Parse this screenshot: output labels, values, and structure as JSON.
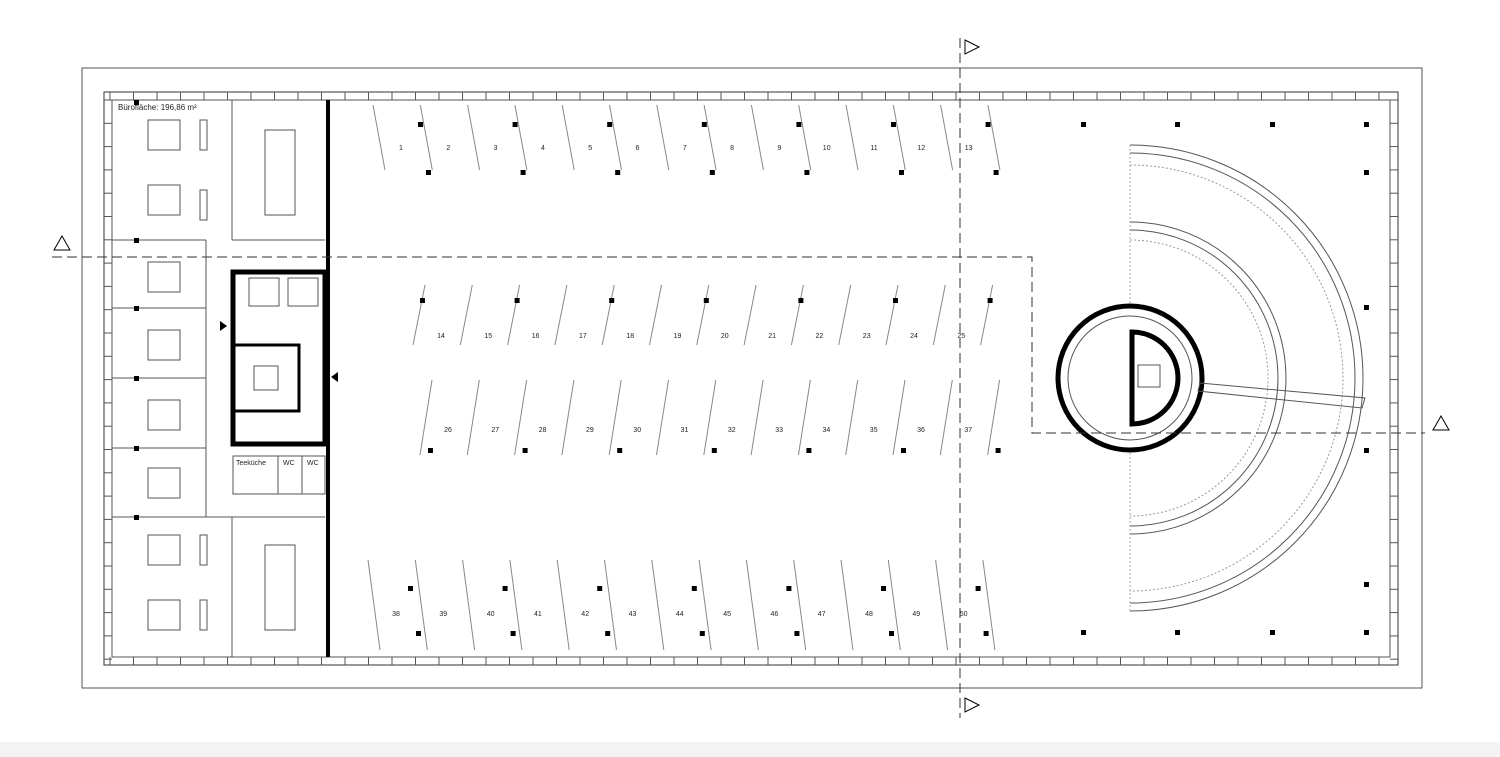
{
  "office": {
    "area_label": "Bürofläche: 196,86 m²"
  },
  "rooms": {
    "kitchen": "Teeküche",
    "wc1": "WC",
    "wc2": "WC"
  },
  "parking": {
    "row1": [
      "1",
      "2",
      "3",
      "4",
      "5",
      "6",
      "7",
      "8",
      "9",
      "10",
      "11",
      "12",
      "13"
    ],
    "row2": [
      "14",
      "15",
      "16",
      "17",
      "18",
      "19",
      "20",
      "21",
      "22",
      "23",
      "24",
      "25"
    ],
    "row3": [
      "26",
      "27",
      "28",
      "29",
      "30",
      "31",
      "32",
      "33",
      "34",
      "35",
      "36",
      "37"
    ],
    "row4": [
      "38",
      "39",
      "40",
      "41",
      "42",
      "43",
      "44",
      "45",
      "46",
      "47",
      "48",
      "49",
      "50"
    ]
  }
}
